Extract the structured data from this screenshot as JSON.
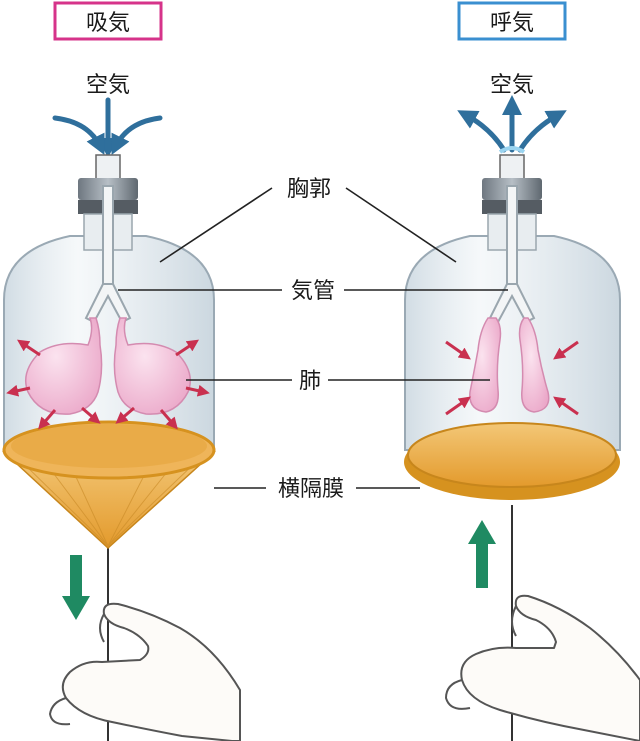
{
  "panels": {
    "left": {
      "title": "吸気",
      "title_color": "#d6338a"
    },
    "right": {
      "title": "呼気",
      "title_color": "#3a8fd0"
    }
  },
  "labels": {
    "air": "空気",
    "thorax": "胸郭",
    "trachea": "気管",
    "lung": "肺",
    "diaphragm": "横隔膜"
  },
  "colors": {
    "jar": "#dfe8ee",
    "lung": "#f4c3dd",
    "lung_arrow": "#c9304f",
    "diaphragm": "#efb55a",
    "diaphragm_rim": "#d6921f",
    "air_arrow": "#2f6f9c",
    "move_arrow": "#1f8a62"
  },
  "icons": [
    "air-arrow-icon",
    "pull-arrow-icon",
    "push-arrow-icon",
    "hand-icon"
  ]
}
